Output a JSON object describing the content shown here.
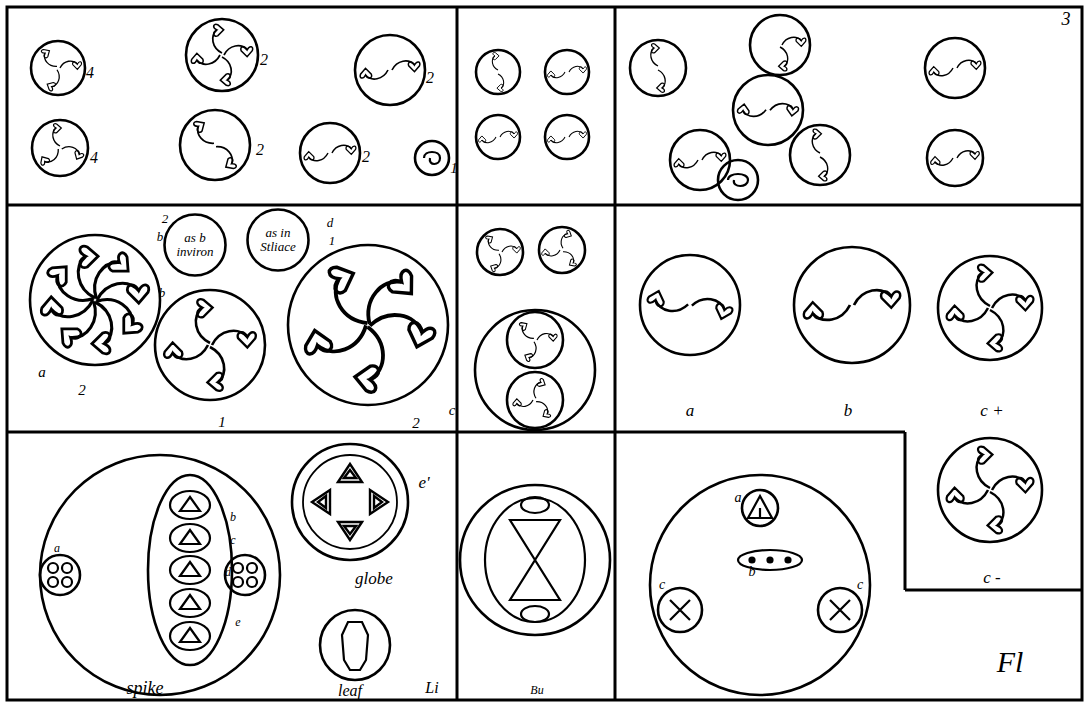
{
  "diagram": {
    "nodes": [
      {
        "text": [
          "as b inviron"
        ]
      },
      {
        "text": [
          "as in Stliace"
        ]
      }
    ],
    "labels": [
      "4",
      "2",
      "2",
      "4",
      "2",
      "2",
      "1",
      "3",
      "b",
      "2",
      "d",
      "1",
      "a",
      "2",
      "b",
      "1",
      "c",
      "2",
      "a",
      "b",
      "c +",
      "c -",
      "a",
      "b",
      "c",
      "d",
      "e",
      "spike",
      "e'",
      "globe",
      "leaf",
      "Li",
      "Bu",
      "a",
      "b",
      "c",
      "c",
      "Fl"
    ]
  }
}
